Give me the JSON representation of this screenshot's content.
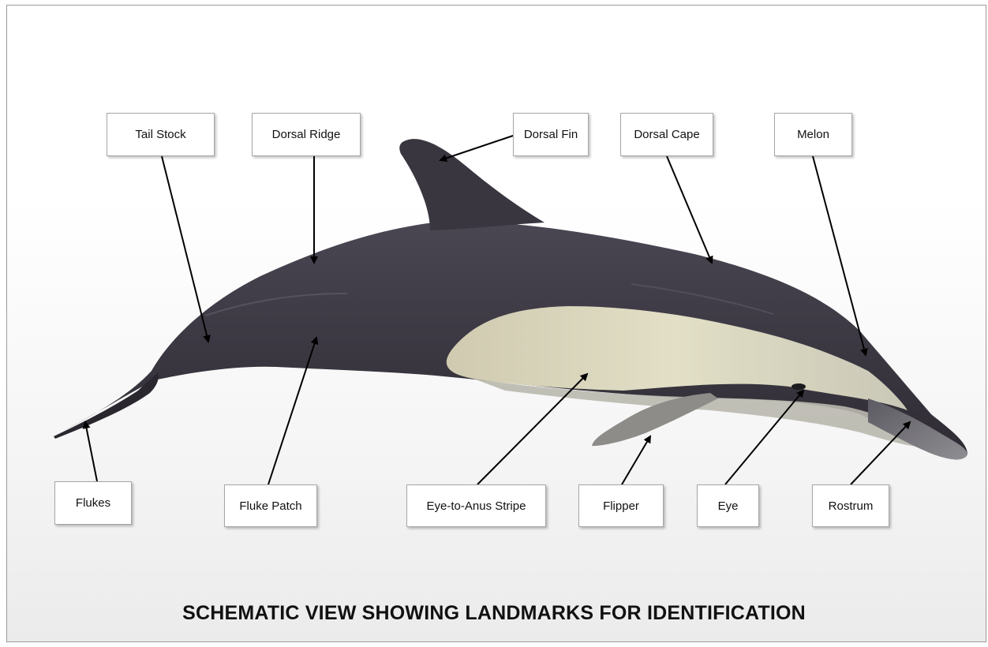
{
  "labels": {
    "tail_stock": "Tail Stock",
    "dorsal_ridge": "Dorsal Ridge",
    "dorsal_fin": "Dorsal Fin",
    "dorsal_cape": "Dorsal Cape",
    "melon": "Melon",
    "flukes": "Flukes",
    "fluke_patch": "Fluke Patch",
    "eye_to_anus_stripe": "Eye-to-Anus Stripe",
    "flipper": "Flipper",
    "eye": "Eye",
    "rostrum": "Rostrum"
  },
  "title": "SCHEMATIC VIEW SHOWING LANDMARKS FOR IDENTIFICATION",
  "colors": {
    "dorsal": "#3e3a45",
    "belly": "#dcd9c2",
    "flank": "#a9a89e",
    "arrow": "#000000"
  }
}
